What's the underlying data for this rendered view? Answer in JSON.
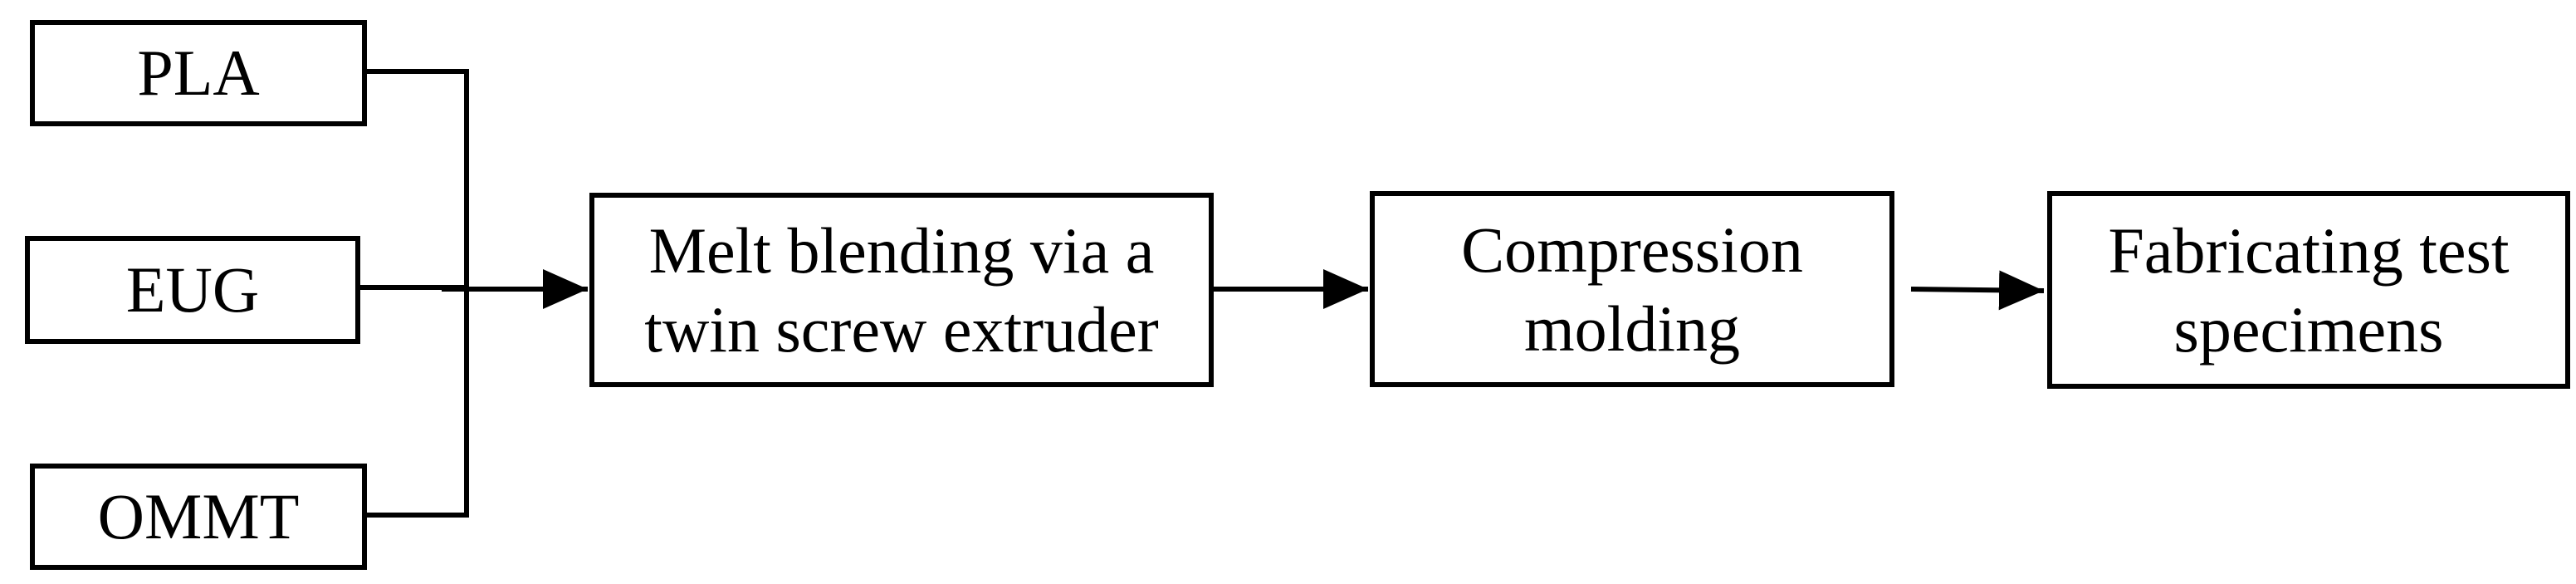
{
  "inputs": [
    {
      "label": "PLA"
    },
    {
      "label": "EUG"
    },
    {
      "label": "OMMT"
    }
  ],
  "steps": [
    {
      "line1": "Melt blending via a",
      "line2": "twin screw extruder"
    },
    {
      "line1": "Compression",
      "line2": "molding"
    },
    {
      "line1": "Fabricating test",
      "line2": "specimens"
    }
  ],
  "colors": {
    "stroke": "#000000",
    "background": "#ffffff"
  }
}
